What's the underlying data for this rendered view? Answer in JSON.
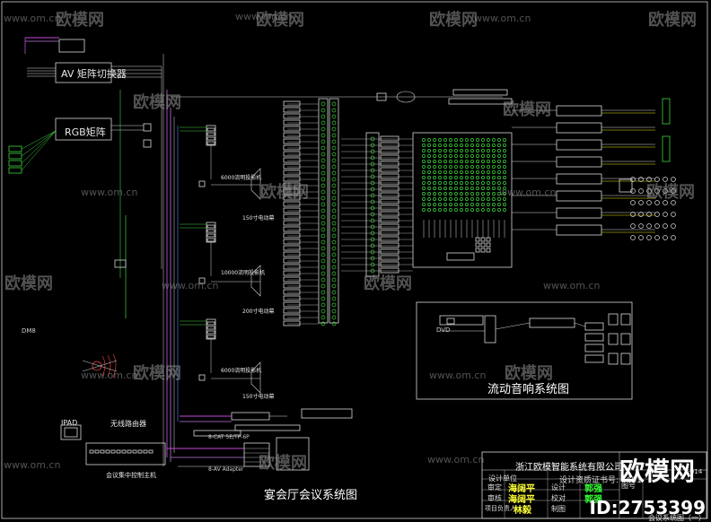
{
  "diagram": {
    "blocks": {
      "av_switcher": "AV 矩阵切换器",
      "rgb_matrix": "RGB矩阵",
      "ipad": "IPAD",
      "wireless_router": "无线路由器",
      "central_controller": "会议集中控制主机"
    },
    "titles": {
      "mobile_sound": "流动音响系统图",
      "banquet_hall": "宴会厅会议系统图"
    },
    "speaker_labels": [
      "6000流明投影机",
      "150寸电动幕",
      "10000流明投影机",
      "200寸电动幕",
      "6000流明投影机",
      "150寸电动幕"
    ],
    "small_labels": {
      "dvd": "DVD",
      "dm_label": "DM8",
      "cable_1": "8-CAT 5E/TP-6P",
      "cable_2": "8-AV Adapter"
    },
    "title_block": {
      "company": "浙江欧模智能系统有限公司",
      "project_label": "设计单位",
      "license": "设计资质证书号: 6681",
      "rows": [
        [
          "审定",
          "海阔平",
          "设计"
        ],
        [
          "审核",
          "海阔平",
          "校对"
        ],
        [
          "项目负责人",
          "林毅",
          "制图"
        ]
      ],
      "sign_1": "郭强",
      "sign_2": "郭强",
      "drawing_no_label": "图号",
      "drawing_name": "会议系统图（一）",
      "code": "X-014"
    }
  },
  "watermark": {
    "logo": "欧模网",
    "url": "www.om.cn",
    "badge_title": "欧模网",
    "badge_id": "ID:2753399"
  }
}
